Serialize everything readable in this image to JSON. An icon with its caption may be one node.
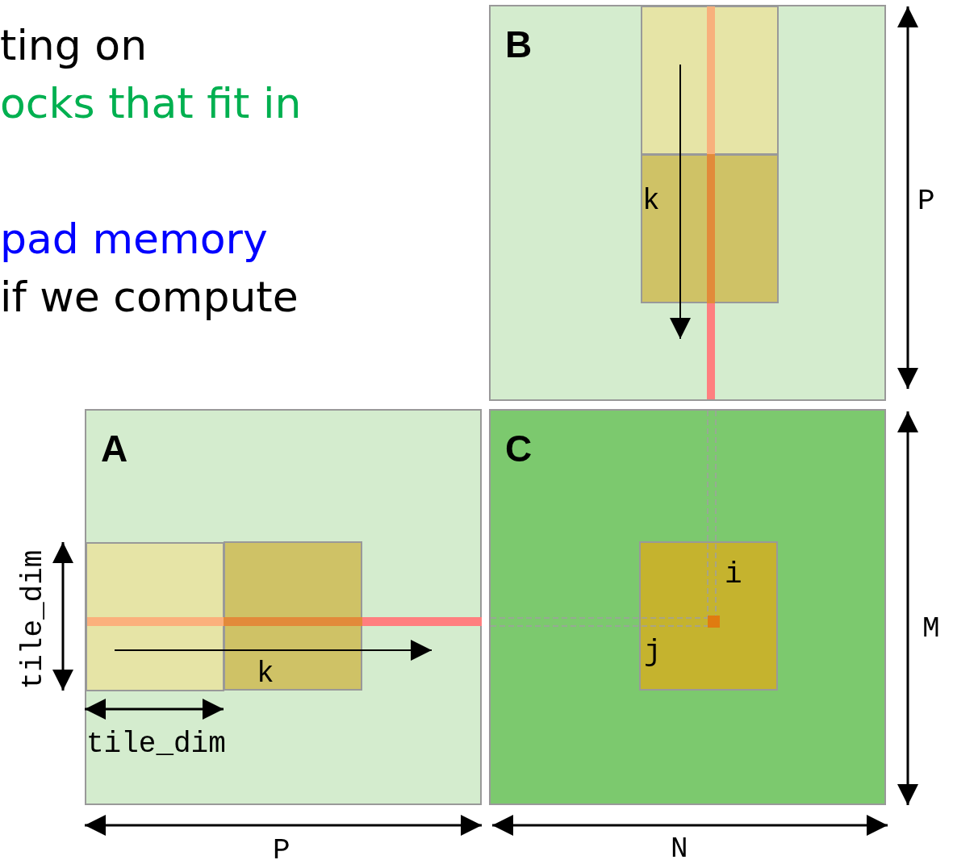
{
  "diagram": {
    "nodes": [
      {
        "text": [
          "B"
        ]
      },
      {
        "text": [],
        "shape": "box",
        "in": 0
      },
      {
        "text": [],
        "shape": "box",
        "in": 0
      },
      {
        "text": [
          "A"
        ]
      },
      {
        "text": [],
        "shape": "box",
        "in": 3
      },
      {
        "text": [],
        "shape": "box",
        "in": 3
      },
      {
        "text": [
          "C"
        ]
      },
      {
        "text": [
          "i",
          "j"
        ],
        "in": 6
      }
    ],
    "labels": [
      "ting on",
      "ocks that fit in",
      "pad memory",
      "if we compute",
      "k",
      "P",
      "tile_dim",
      "k",
      "tile_dim",
      "M",
      "P",
      "N"
    ]
  }
}
